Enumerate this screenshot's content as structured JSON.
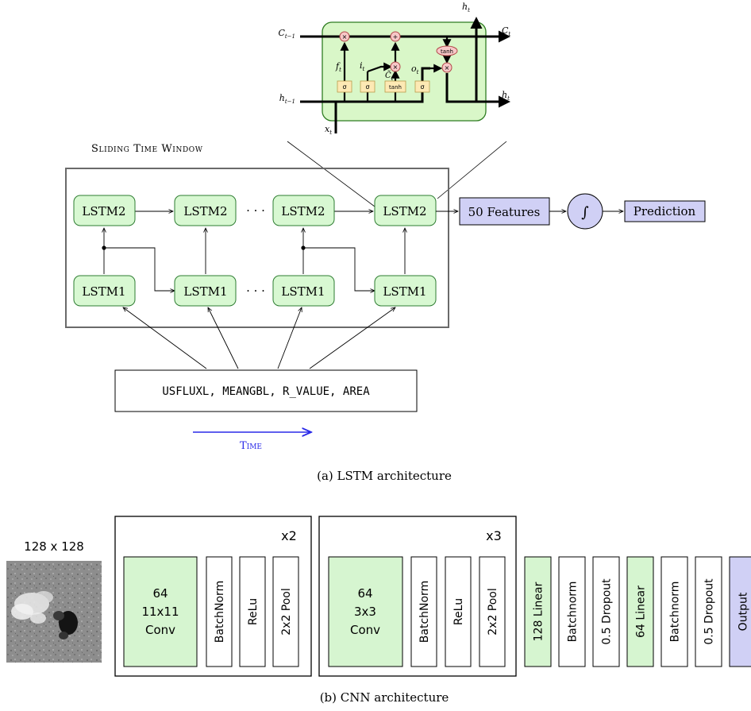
{
  "lstm": {
    "cell_labels": {
      "c_prev": "C",
      "c_prev_sub": "t−1",
      "c_out": "C",
      "c_out_sub": "t",
      "h_prev": "h",
      "h_prev_sub": "t−1",
      "h_out": "h",
      "h_out_sub": "t",
      "h_top": "h",
      "h_top_sub": "t",
      "x_in": "x",
      "x_in_sub": "t",
      "f_gate": "f",
      "f_gate_sub": "t",
      "i_gate": "i",
      "i_gate_sub": "t",
      "c_tilde": "C̃",
      "c_tilde_sub": "t",
      "o_gate": "o",
      "o_gate_sub": "t",
      "sigma": "σ",
      "tanh": "tanh",
      "times": "×",
      "plus": "+"
    },
    "window_title": "Sliding Time Window",
    "lstm2_label": "LSTM2",
    "lstm1_label": "LSTM1",
    "dots": "· · ·",
    "features_label": "50 Features",
    "integral_symbol": "∫",
    "prediction_label": "Prediction",
    "inputs_label": "USFLUXL, MEANGBL, R_VALUE, AREA",
    "time_label": "Time",
    "caption": "(a) LSTM architecture",
    "colors": {
      "cell_green": "#d9f7c8",
      "node_green": "#d8f8d2",
      "features_blue": "#d0d0f5",
      "gate_yellow": "#fde9b4",
      "op_pink": "#f7c7c7",
      "time_blue": "#2a2ae8"
    }
  },
  "cnn": {
    "input_size_label": "128 x 128",
    "block1": {
      "repeat": "x2",
      "conv": [
        "64",
        "11x11",
        "Conv"
      ],
      "layers": [
        "BatchNorm",
        "ReLu",
        "2x2 Pool"
      ]
    },
    "block2": {
      "repeat": "x3",
      "conv": [
        "64",
        "3x3",
        "Conv"
      ],
      "layers": [
        "BatchNorm",
        "ReLu",
        "2x2 Pool"
      ]
    },
    "head_layers": [
      {
        "label": "128 Linear",
        "color": "#d6f5d0"
      },
      {
        "label": "Batchnorm",
        "color": "#ffffff"
      },
      {
        "label": "0.5 Dropout",
        "color": "#ffffff"
      },
      {
        "label": "64 Linear",
        "color": "#d6f5d0"
      },
      {
        "label": "Batchnorm",
        "color": "#ffffff"
      },
      {
        "label": "0.5 Dropout",
        "color": "#ffffff"
      },
      {
        "label": "Output",
        "color": "#d0d0f5"
      }
    ],
    "caption": "(b) CNN architecture"
  }
}
